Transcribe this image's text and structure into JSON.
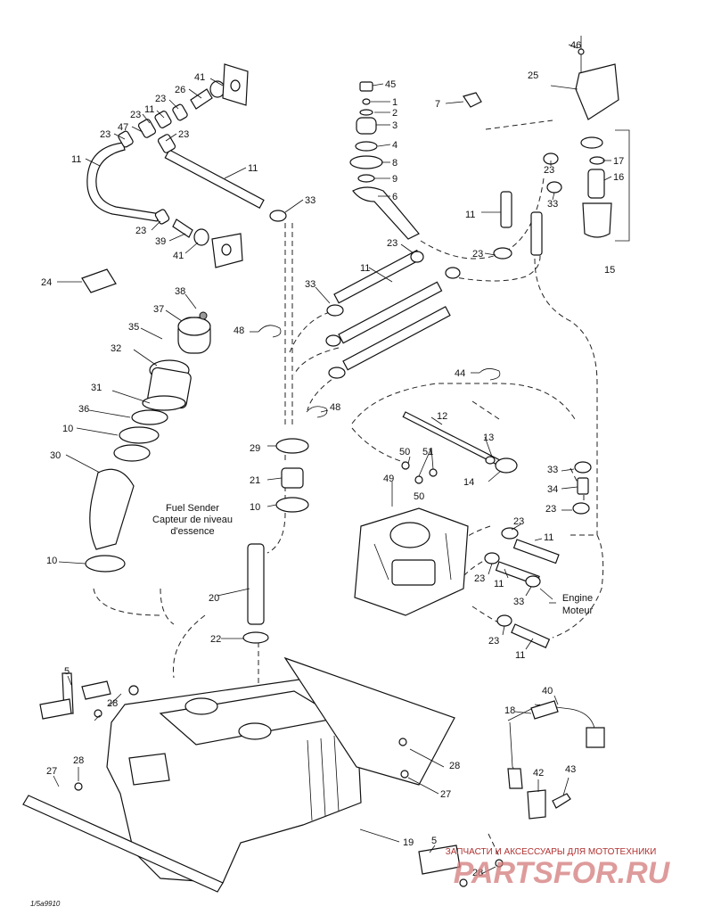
{
  "diagram": {
    "notes": {
      "fuel_sender_en": "Fuel Sender",
      "fuel_sender_fr_1": "Capteur de niveau",
      "fuel_sender_fr_2": "d'essence",
      "engine_en": "Engine",
      "engine_fr": "Moteur"
    },
    "drawing_code": "1/5a9910",
    "watermark": {
      "caption": "ЗАПЧАСТИ И АКСЕССУАРЫ ДЛЯ МОТОТЕХНИКИ",
      "logo": "PARTSFOR.RU"
    }
  }
}
